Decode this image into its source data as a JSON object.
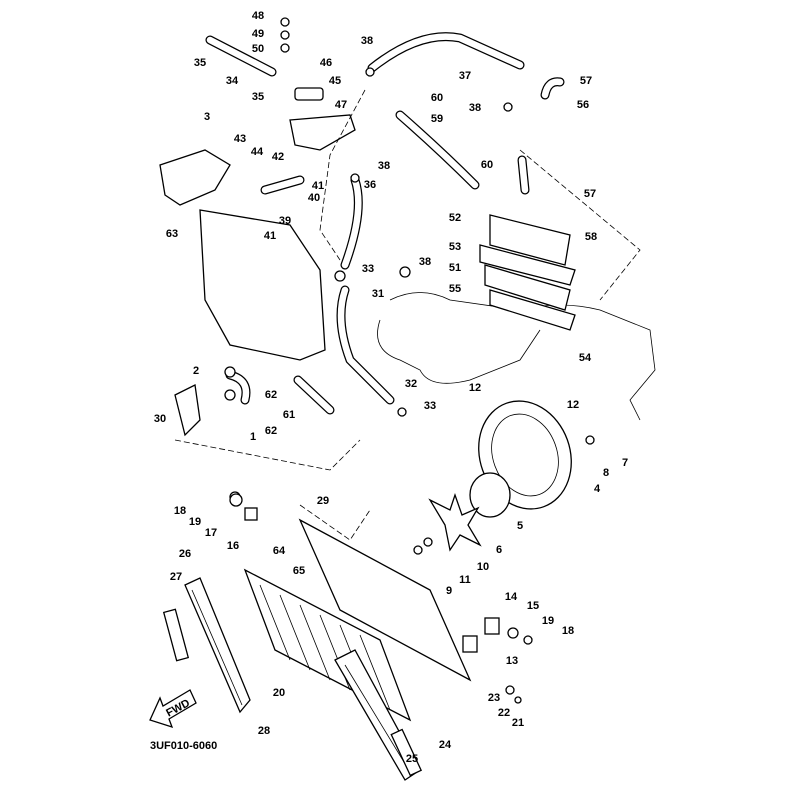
{
  "diagram": {
    "code": "3UF010-6060",
    "fwd_label": "FWD",
    "callouts": [
      "48",
      "49",
      "50",
      "35",
      "34",
      "46",
      "45",
      "35",
      "47",
      "38",
      "37",
      "57",
      "56",
      "38",
      "60",
      "59",
      "3",
      "43",
      "44",
      "42",
      "41",
      "40",
      "39",
      "41",
      "63",
      "38",
      "36",
      "60",
      "57",
      "52",
      "58",
      "53",
      "51",
      "55",
      "33",
      "38",
      "31",
      "54",
      "2",
      "62",
      "61",
      "62",
      "30",
      "1",
      "12",
      "12",
      "32",
      "33",
      "7",
      "8",
      "4",
      "18",
      "19",
      "17",
      "16",
      "29",
      "5",
      "6",
      "10",
      "11",
      "9",
      "64",
      "65",
      "26",
      "27",
      "14",
      "15",
      "19",
      "18",
      "13",
      "20",
      "23",
      "22",
      "21",
      "28",
      "24",
      "25"
    ]
  }
}
